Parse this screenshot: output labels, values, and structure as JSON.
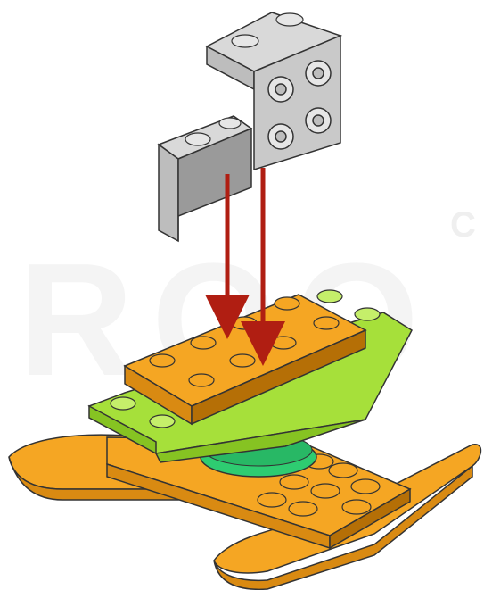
{
  "watermark": {
    "letters": "ROO",
    "small_letter": "C",
    "color": "#f3f3f3"
  },
  "colors": {
    "grey_brick": "#d9d9d9",
    "grey_shade": "#bdbdbd",
    "grey_dark": "#9a9a9a",
    "orange": "#f5a623",
    "orange_shade": "#d98a12",
    "orange_dark": "#b56f06",
    "lime": "#a6e03a",
    "lime_shade": "#86c322",
    "green": "#2ecc71",
    "arrow": "#b01e12",
    "outline": "#333333"
  },
  "diagram": {
    "step_arrows": 2,
    "parts": [
      "grey-bracket-brick",
      "grey-bracket-plate",
      "orange-top-plate",
      "lime-wedge",
      "green-round-turntable",
      "orange-base-plate",
      "orange-ski-left",
      "orange-ski-right"
    ]
  }
}
